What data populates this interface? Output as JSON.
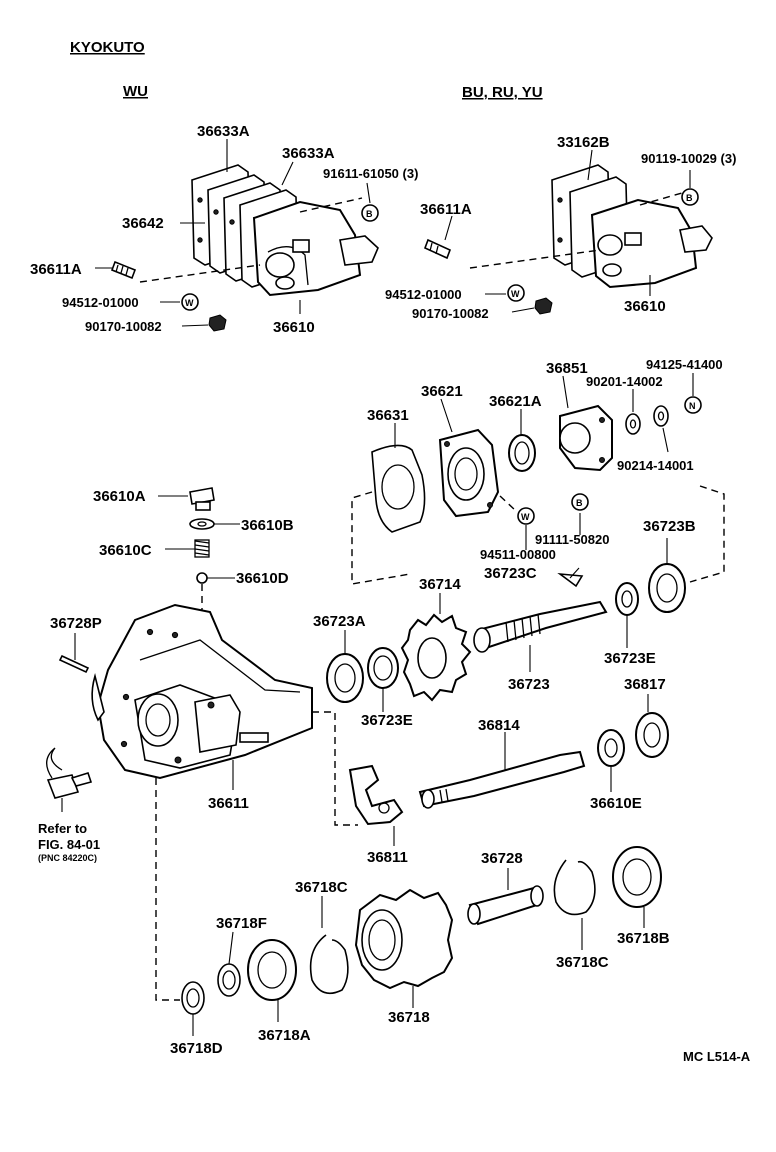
{
  "headings": {
    "brand": "KYOKUTO",
    "variant_left": "WU",
    "variant_right": "BU, RU, YU"
  },
  "callouts": {
    "p36633A_1": "36633A",
    "p36633A_2": "36633A",
    "p91611": "91611-61050 (3)",
    "p36642": "36642",
    "p36611A_left": "36611A",
    "p94512_left": "94512-01000",
    "p90170_left": "90170-10082",
    "p36610_left": "36610",
    "p33162B": "33162B",
    "p90119": "90119-10029 (3)",
    "p36611A_right": "36611A",
    "p94512_right": "94512-01000",
    "p90170_right": "90170-10082",
    "p36610_right": "36610",
    "p36851": "36851",
    "p94125": "94125-41400",
    "p90201": "90201-14002",
    "p36621": "36621",
    "p36621A": "36621A",
    "p36631": "36631",
    "p90214": "90214-14001",
    "p36610A": "36610A",
    "p36610B": "36610B",
    "p36610C": "36610C",
    "p36610D": "36610D",
    "p91111": "91111-50820",
    "p94511": "94511-00800",
    "p36723B": "36723B",
    "p36714": "36714",
    "p36723C": "36723C",
    "p36728P": "36728P",
    "p36723A": "36723A",
    "p36723E_1": "36723E",
    "p36723": "36723",
    "p36723E_2": "36723E",
    "p36817": "36817",
    "p36814": "36814",
    "p36611": "36611",
    "p36610E": "36610E",
    "p36811": "36811",
    "p36728": "36728",
    "p36718C_1": "36718C",
    "p36718F": "36718F",
    "p36718B": "36718B",
    "p36718C_2": "36718C",
    "p36718": "36718",
    "p36718A": "36718A",
    "p36718D": "36718D"
  },
  "markers": {
    "B": "B",
    "W": "W",
    "N": "N"
  },
  "reference": {
    "line1": "Refer to",
    "line2": "FIG. 84-01",
    "line3": "(PNC 84220C)"
  },
  "footer": {
    "code": "MC L514-A"
  }
}
